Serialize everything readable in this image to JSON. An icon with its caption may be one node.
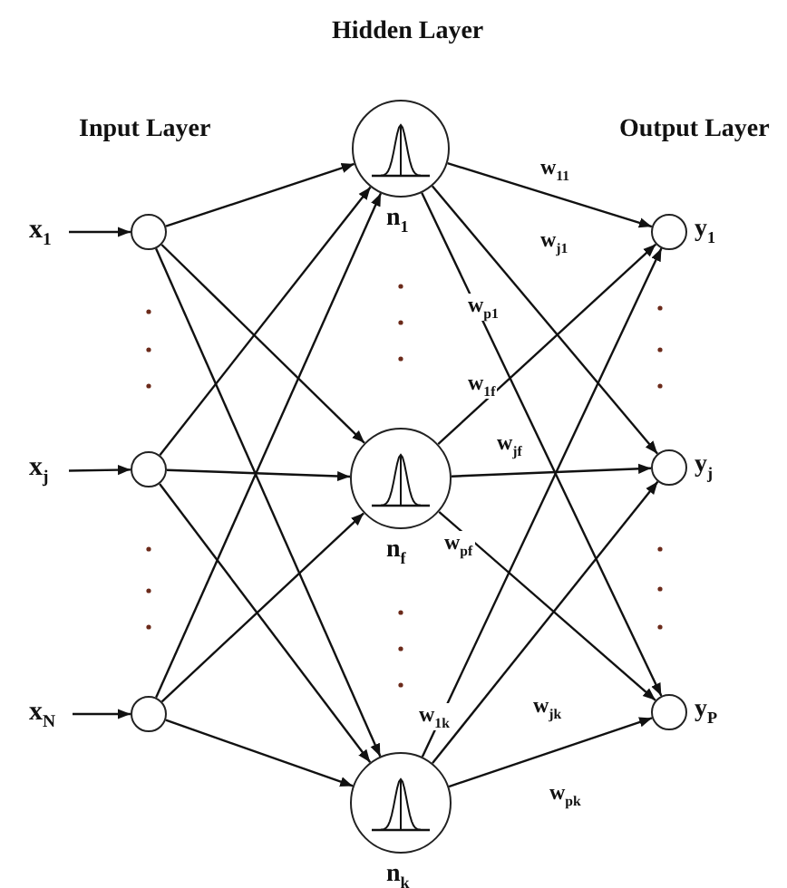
{
  "diagram": {
    "nodes": [
      {
        "text": [
          "x$_{1}$"
        ]
      },
      {
        "text": [
          "x$_{j}$"
        ]
      },
      {
        "text": [
          "x$_{N}$"
        ]
      },
      {
        "text": [],
        "shape": "circle"
      },
      {
        "text": [],
        "shape": "circle"
      },
      {
        "text": [],
        "shape": "circle"
      },
      {
        "text": [],
        "shape": "circle",
        "beside": [
          "n$_{1}$"
        ]
      },
      {
        "text": [],
        "shape": "circle",
        "beside": [
          "n$_{f}$"
        ]
      },
      {
        "text": [],
        "shape": "circle",
        "beside": [
          "n$_{k}$"
        ]
      },
      {
        "text": [],
        "shape": "circle",
        "beside": [
          "y$_{1}$"
        ]
      },
      {
        "text": [],
        "shape": "circle",
        "beside": [
          "y$_{j}$"
        ]
      },
      {
        "text": [],
        "shape": "circle",
        "beside": [
          "y$_{P}$"
        ]
      }
    ],
    "edges": [
      {
        "from": 0,
        "to": 3,
        "arrow": "to"
      },
      {
        "from": 1,
        "to": 4,
        "arrow": "to"
      },
      {
        "from": 2,
        "to": 5,
        "arrow": "to"
      },
      {
        "from": 3,
        "to": 6,
        "arrow": "to"
      },
      {
        "from": 3,
        "to": 7,
        "arrow": "to"
      },
      {
        "from": 3,
        "to": 8,
        "arrow": "to"
      },
      {
        "from": 4,
        "to": 6,
        "arrow": "to"
      },
      {
        "from": 4,
        "to": 7,
        "arrow": "to"
      },
      {
        "from": 4,
        "to": 8,
        "arrow": "to"
      },
      {
        "from": 5,
        "to": 6,
        "arrow": "to"
      },
      {
        "from": 5,
        "to": 7,
        "arrow": "to"
      },
      {
        "from": 5,
        "to": 8,
        "arrow": "to"
      },
      {
        "from": 6,
        "to": 9,
        "arrow": "to",
        "label": "w$_{11}$"
      },
      {
        "from": 6,
        "to": 10,
        "arrow": "to",
        "label": "w$_{j1}$"
      },
      {
        "from": 6,
        "to": 11,
        "arrow": "to",
        "label": "w$_{p1}$"
      },
      {
        "from": 7,
        "to": 9,
        "arrow": "to",
        "label": "w$_{1f}$"
      },
      {
        "from": 7,
        "to": 10,
        "arrow": "to",
        "label": "w$_{jf}$"
      },
      {
        "from": 7,
        "to": 11,
        "arrow": "to",
        "label": "w$_{pf}$"
      },
      {
        "from": 8,
        "to": 9,
        "arrow": "to",
        "label": "w$_{1k}$"
      },
      {
        "from": 8,
        "to": 10,
        "arrow": "to",
        "label": "w$_{jk}$"
      },
      {
        "from": 8,
        "to": 11,
        "arrow": "to",
        "label": "w$_{pk}$"
      }
    ],
    "labels": [
      "Hidden Layer",
      "Input Layer",
      "Output Layer"
    ]
  }
}
